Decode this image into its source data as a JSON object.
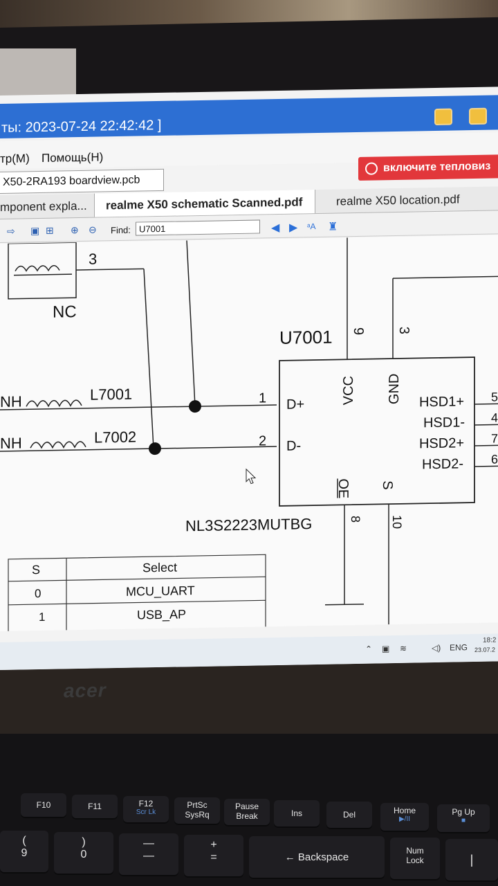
{
  "window": {
    "title": "ты: 2023-07-24 22:42:42 ]"
  },
  "menu": {
    "items": [
      "тр(M)",
      "Помощь(H)"
    ]
  },
  "file": {
    "path": "X50-2RA193 boardview.pcb"
  },
  "warning": {
    "label": "включите тепловиз"
  },
  "tabs": [
    {
      "label": "mponent expla..."
    },
    {
      "label": "realme X50 schematic Scanned.pdf"
    },
    {
      "label": "realme X50 location.pdf"
    }
  ],
  "toolbar": {
    "find_label": "Find:",
    "find_value": "U7001"
  },
  "schematic": {
    "ref_top": "3",
    "nc_label": "NC",
    "chip_ref": "U7001",
    "chip_part": "NL3S2223MUTBG",
    "inductor1": {
      "net": "NH",
      "ref": "L7001"
    },
    "inductor2": {
      "net": "NH",
      "ref": "L7002"
    },
    "pins_left": [
      {
        "num": "1",
        "name": "D+"
      },
      {
        "num": "2",
        "name": "D-"
      }
    ],
    "pins_top": [
      {
        "num": "9",
        "name": "VCC"
      },
      {
        "num": "3",
        "name": "GND"
      }
    ],
    "pins_right": [
      {
        "name": "HSD1+",
        "num": "5"
      },
      {
        "name": "HSD1-",
        "num": "4"
      },
      {
        "name": "HSD2+",
        "num": "7"
      },
      {
        "name": "HSD2-",
        "num": "6"
      }
    ],
    "pins_bottom": [
      {
        "num": "8",
        "name": "OE"
      },
      {
        "num": "10",
        "name": "S"
      }
    ],
    "table": {
      "headers": [
        "S",
        "Select"
      ],
      "rows": [
        [
          "0",
          "MCU_UART"
        ],
        [
          "1",
          "USB_AP"
        ]
      ]
    }
  },
  "taskbar": {
    "lang": "ENG",
    "time": "18:2",
    "date": "23.07.2"
  },
  "device": {
    "brand": "acer"
  },
  "keys": {
    "row1": [
      {
        "label": "F10",
        "sub": ""
      },
      {
        "label": "F11",
        "sub": ""
      },
      {
        "label": "F12",
        "sub": "Scr Lk"
      },
      {
        "label": "PrtSc",
        "sub": "SysRq"
      },
      {
        "label": "Pause",
        "sub": "Break"
      },
      {
        "label": "Ins",
        "sub": ""
      },
      {
        "label": "Del",
        "sub": ""
      },
      {
        "label": "Home",
        "sub": "▶/II"
      },
      {
        "label": "Pg Up",
        "sub": "■"
      }
    ],
    "row2": [
      {
        "label": "(",
        "sub": "9"
      },
      {
        "label": ")",
        "sub": "0"
      },
      {
        "label": "—",
        "sub": "—"
      },
      {
        "label": "+",
        "sub": "="
      },
      {
        "label": "← Backspace",
        "sub": ""
      },
      {
        "label": "Num",
        "sub": "Lock"
      },
      {
        "label": "|",
        "sub": ""
      }
    ]
  }
}
